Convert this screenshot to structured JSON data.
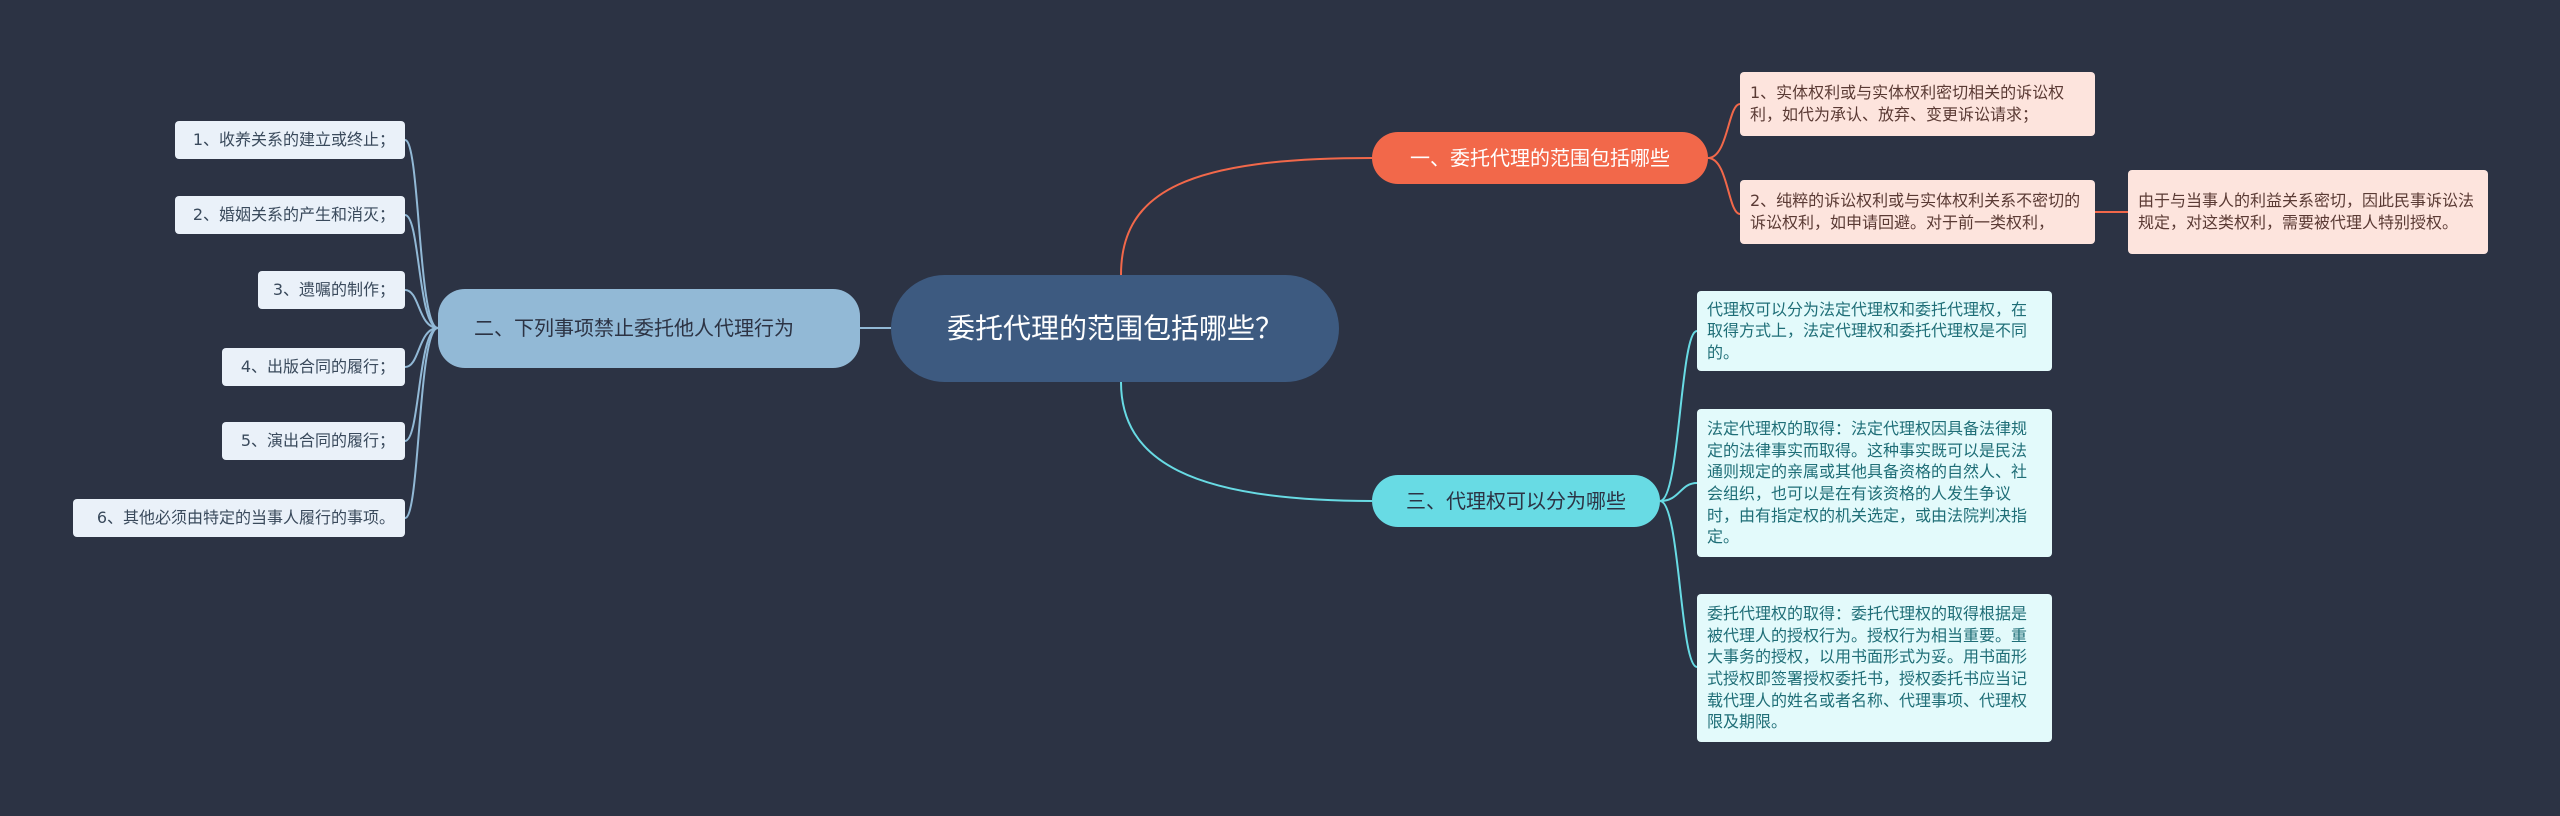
{
  "root": {
    "title": "委托代理的范围包括哪些？"
  },
  "branches": {
    "scope": {
      "label": "一、委托代理的范围包括哪些",
      "color": "#f2684a",
      "items": [
        "1、实体权利或与实体权利密切相关的诉讼权利，如代为承认、放弃、变更诉讼请求；",
        "2、纯粹的诉讼权利或与实体权利关系不密切的诉讼权利，如申请回避。对于前一类权利，"
      ],
      "sub_item": "由于与当事人的利益关系密切，因此民事诉讼法规定，对这类权利，需要被代理人特别授权。"
    },
    "prohibited": {
      "label": "二、下列事项禁止委托他人代理行为",
      "color": "#92b9d6",
      "items": [
        "1、收养关系的建立或终止；",
        "2、婚姻关系的产生和消灭；",
        "3、遗嘱的制作；",
        "4、出版合同的履行；",
        "5、演出合同的履行；",
        "6、其他必须由特定的当事人履行的事项。"
      ]
    },
    "types": {
      "label": "三、代理权可以分为哪些",
      "color": "#68dbe4",
      "items": [
        "代理权可以分为法定代理权和委托代理权，在取得方式上，法定代理权和委托代理权是不同的。",
        "法定代理权的取得：法定代理权因具备法律规定的法律事实而取得。这种事实既可以是民法通则规定的亲属或其他具备资格的自然人、社会组织，也可以是在有该资格的人发生争议时，由有指定权的机关选定，或由法院判决指定。",
        "委托代理权的取得：委托代理权的取得根据是被代理人的授权行为。授权行为相当重要。重大事务的授权，以用书面形式为妥。用书面形式授权即签署授权委托书，授权委托书应当记载代理人的姓名或者名称、代理事项、代理权限及期限。"
      ]
    }
  }
}
